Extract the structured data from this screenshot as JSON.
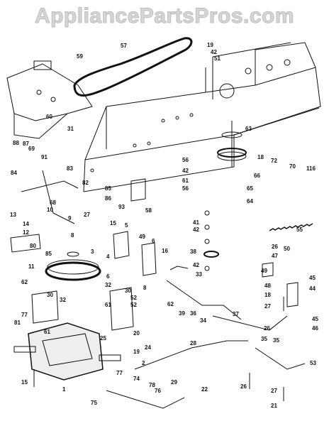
{
  "watermark": "AppliancePartsPros.com",
  "callouts": [
    {
      "id": "c1",
      "label": "59"
    },
    {
      "id": "c2",
      "label": "57"
    },
    {
      "id": "c3",
      "label": "19"
    },
    {
      "id": "c4",
      "label": "42"
    },
    {
      "id": "c5",
      "label": "51"
    },
    {
      "id": "c6",
      "label": "60"
    },
    {
      "id": "c7",
      "label": "31"
    },
    {
      "id": "c8",
      "label": "63"
    },
    {
      "id": "c9",
      "label": "18"
    },
    {
      "id": "c10",
      "label": "72"
    },
    {
      "id": "c11",
      "label": "70"
    },
    {
      "id": "c12",
      "label": "116"
    },
    {
      "id": "c13",
      "label": "88"
    },
    {
      "id": "c14",
      "label": "87"
    },
    {
      "id": "c15",
      "label": "91"
    },
    {
      "id": "c16",
      "label": "69"
    },
    {
      "id": "c17",
      "label": "83"
    },
    {
      "id": "c18",
      "label": "82"
    },
    {
      "id": "c19",
      "label": "56"
    },
    {
      "id": "c20",
      "label": "42"
    },
    {
      "id": "c21",
      "label": "61"
    },
    {
      "id": "c22",
      "label": "58"
    },
    {
      "id": "c23",
      "label": "66"
    },
    {
      "id": "c24",
      "label": "84"
    },
    {
      "id": "c25",
      "label": "86"
    },
    {
      "id": "c26",
      "label": "85"
    },
    {
      "id": "c27",
      "label": "93"
    },
    {
      "id": "c28",
      "label": "56"
    },
    {
      "id": "c29",
      "label": "65"
    },
    {
      "id": "c30",
      "label": "64"
    },
    {
      "id": "c31",
      "label": "68"
    },
    {
      "id": "c32",
      "label": "10"
    },
    {
      "id": "c33",
      "label": "13"
    },
    {
      "id": "c34",
      "label": "14"
    },
    {
      "id": "c35",
      "label": "12"
    },
    {
      "id": "c36",
      "label": "9"
    },
    {
      "id": "c37",
      "label": "27"
    },
    {
      "id": "c38",
      "label": "41"
    },
    {
      "id": "c39",
      "label": "55"
    },
    {
      "id": "c40",
      "label": "8"
    },
    {
      "id": "c41",
      "label": "42"
    },
    {
      "id": "c42",
      "label": "15"
    },
    {
      "id": "c43",
      "label": "5"
    },
    {
      "id": "c44",
      "label": "49"
    },
    {
      "id": "c45",
      "label": "6"
    },
    {
      "id": "c46",
      "label": "16"
    },
    {
      "id": "c47",
      "label": "26"
    },
    {
      "id": "c48",
      "label": "50"
    },
    {
      "id": "c49",
      "label": "80"
    },
    {
      "id": "c50",
      "label": "3"
    },
    {
      "id": "c51",
      "label": "38"
    },
    {
      "id": "c52",
      "label": "47"
    },
    {
      "id": "c53",
      "label": "85"
    },
    {
      "id": "c54",
      "label": "4"
    },
    {
      "id": "c55",
      "label": "42"
    },
    {
      "id": "c56",
      "label": "49"
    },
    {
      "id": "c57",
      "label": "45"
    },
    {
      "id": "c58",
      "label": "11"
    },
    {
      "id": "c59",
      "label": "6"
    },
    {
      "id": "c60",
      "label": "33"
    },
    {
      "id": "c61",
      "label": "48"
    },
    {
      "id": "c62",
      "label": "44"
    },
    {
      "id": "c63",
      "label": "62"
    },
    {
      "id": "c64",
      "label": "32"
    },
    {
      "id": "c65",
      "label": "30"
    },
    {
      "id": "c66",
      "label": "8"
    },
    {
      "id": "c67",
      "label": "18"
    },
    {
      "id": "c68",
      "label": "30"
    },
    {
      "id": "c69",
      "label": "62"
    },
    {
      "id": "c70",
      "label": "27"
    },
    {
      "id": "c71",
      "label": "25"
    },
    {
      "id": "c72",
      "label": "32"
    },
    {
      "id": "c73",
      "label": "52"
    },
    {
      "id": "c74",
      "label": "61"
    },
    {
      "id": "c75",
      "label": "52"
    },
    {
      "id": "c76",
      "label": "39"
    },
    {
      "id": "c77",
      "label": "36"
    },
    {
      "id": "c78",
      "label": "34"
    },
    {
      "id": "c79",
      "label": "37"
    },
    {
      "id": "c80",
      "label": "45"
    },
    {
      "id": "c81",
      "label": "46"
    },
    {
      "id": "c82",
      "label": "77"
    },
    {
      "id": "c83",
      "label": "81"
    },
    {
      "id": "c84",
      "label": "26"
    },
    {
      "id": "c85",
      "label": "61"
    },
    {
      "id": "c86",
      "label": "20"
    },
    {
      "id": "c87",
      "label": "35"
    },
    {
      "id": "c88",
      "label": "35"
    },
    {
      "id": "c89",
      "label": "19"
    },
    {
      "id": "c90",
      "label": "24"
    },
    {
      "id": "c91",
      "label": "2"
    },
    {
      "id": "c92",
      "label": "28"
    },
    {
      "id": "c93",
      "label": "53"
    },
    {
      "id": "c94",
      "label": "77"
    },
    {
      "id": "c95",
      "label": "74"
    },
    {
      "id": "c96",
      "label": "29"
    },
    {
      "id": "c97",
      "label": "22"
    },
    {
      "id": "c98",
      "label": "15"
    },
    {
      "id": "c99",
      "label": "1"
    },
    {
      "id": "c100",
      "label": "78"
    },
    {
      "id": "c101",
      "label": "76"
    },
    {
      "id": "c102",
      "label": "26"
    },
    {
      "id": "c103",
      "label": "75"
    },
    {
      "id": "c104",
      "label": "27"
    },
    {
      "id": "c105",
      "label": "21"
    }
  ]
}
